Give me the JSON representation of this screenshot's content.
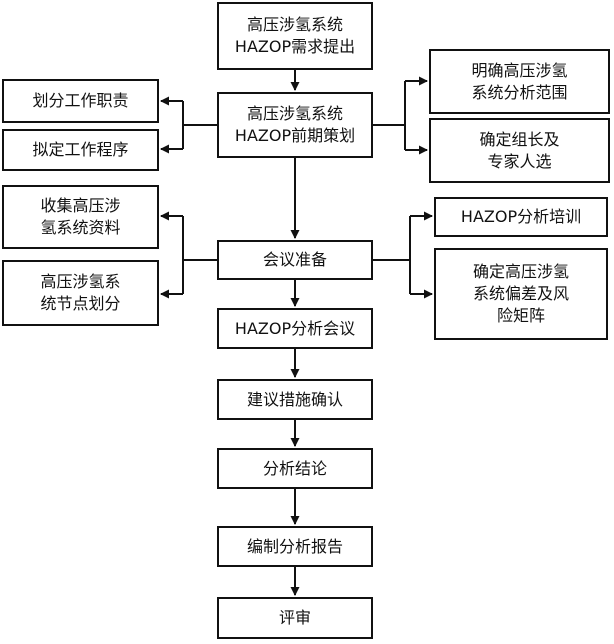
{
  "nodes": {
    "demand": "高压涉氢系统\nHAZOP需求提出",
    "early": "高压涉氢系统\nHAZOP前期策划",
    "duty": "划分工作职责",
    "procedure": "拟定工作程序",
    "scope": "明确高压涉氢\n系统分析范围",
    "leader": "确定组长及\n专家人选",
    "collect": "收集高压涉\n氢系统资料",
    "nodes_div": "高压涉氢系\n统节点划分",
    "prep": "会议准备",
    "training": "HAZOP分析培训",
    "deviation": "确定高压涉氢\n系统偏差及风\n险矩阵",
    "meeting": "HAZOP分析会议",
    "confirm": "建议措施确认",
    "conclusion": "分析结论",
    "report": "编制分析报告",
    "review": "评审"
  }
}
